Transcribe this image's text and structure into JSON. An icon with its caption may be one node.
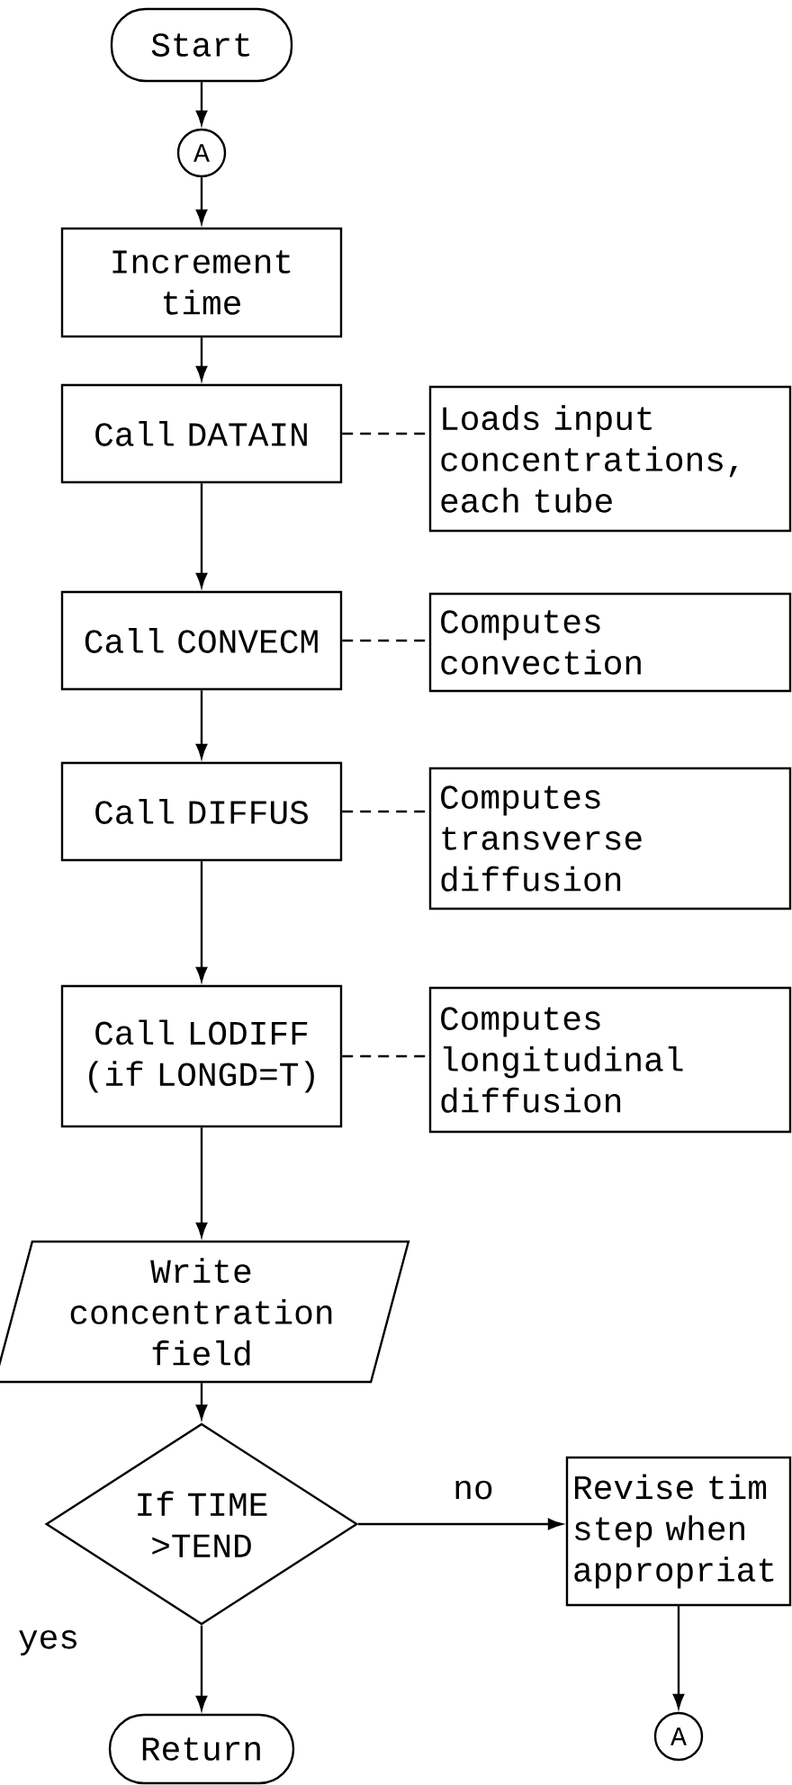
{
  "diagram": {
    "nodes": [
      {
        "text": [
          "Start"
        ]
      },
      {
        "text": [
          "A"
        ]
      },
      {
        "text": [
          "Increment time"
        ]
      },
      {
        "text": [
          "Call DATAIN"
        ]
      },
      {
        "text": [
          "Loads input concentrations, each tube"
        ]
      },
      {
        "text": [
          "Call CONVECM"
        ]
      },
      {
        "text": [
          "Computes convection"
        ]
      },
      {
        "text": [
          "Call DIFFUS"
        ]
      },
      {
        "text": [
          "Computes transverse diffusion"
        ]
      },
      {
        "text": [
          "Call LODIFF (if LONGD=T)"
        ]
      },
      {
        "text": [
          "Computes longitudinal diffusion"
        ]
      },
      {
        "text": [
          "Write concentration field"
        ]
      },
      {
        "text": [
          "If TIME >TEND"
        ]
      },
      {
        "text": [
          "Revise tim step when appropriat"
        ]
      },
      {
        "text": [
          "Return"
        ]
      },
      {
        "text": [
          "A"
        ]
      }
    ],
    "edges": [
      {
        "from": 0,
        "to": 1,
        "arrow": "to"
      },
      {
        "from": 1,
        "to": 2,
        "arrow": "to"
      },
      {
        "from": 2,
        "to": 3,
        "arrow": "to"
      },
      {
        "from": 3,
        "to": 4,
        "arrow": "none",
        "style": "dashed"
      },
      {
        "from": 3,
        "to": 5,
        "arrow": "to"
      },
      {
        "from": 5,
        "to": 6,
        "arrow": "none",
        "style": "dashed"
      },
      {
        "from": 5,
        "to": 7,
        "arrow": "to"
      },
      {
        "from": 7,
        "to": 8,
        "arrow": "none",
        "style": "dashed"
      },
      {
        "from": 7,
        "to": 9,
        "arrow": "to"
      },
      {
        "from": 9,
        "to": 10,
        "arrow": "none",
        "style": "dashed"
      },
      {
        "from": 9,
        "to": 11,
        "arrow": "to"
      },
      {
        "from": 11,
        "to": 12,
        "arrow": "to"
      },
      {
        "from": 12,
        "to": 13,
        "arrow": "to",
        "label": "no"
      },
      {
        "from": 12,
        "to": 14,
        "arrow": "to",
        "label": "yes"
      },
      {
        "from": 13,
        "to": 15,
        "arrow": "to"
      }
    ]
  }
}
